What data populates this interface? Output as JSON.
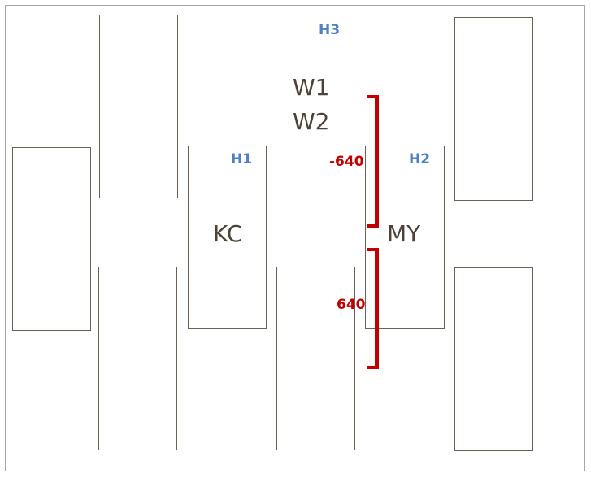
{
  "diagram": {
    "colors": {
      "box_border": "#6b6055",
      "tag": "#4F81BD",
      "label": "#4e4238",
      "bracket": "#C00000",
      "frame": "#a6a6a6"
    },
    "boxes": [
      {
        "id": "left-middle",
        "tag": "",
        "labels": []
      },
      {
        "id": "col2-top",
        "tag": "",
        "labels": []
      },
      {
        "id": "col2-bottom",
        "tag": "",
        "labels": []
      },
      {
        "id": "h1",
        "tag": "H1",
        "labels": [
          "KC"
        ]
      },
      {
        "id": "h3",
        "tag": "H3",
        "labels": [
          "W1",
          "W2"
        ]
      },
      {
        "id": "col4-bottom",
        "tag": "",
        "labels": []
      },
      {
        "id": "h2",
        "tag": "H2",
        "labels": [
          "MY"
        ]
      },
      {
        "id": "col6-top",
        "tag": "",
        "labels": []
      },
      {
        "id": "col6-bottom",
        "tag": "",
        "labels": []
      }
    ],
    "brackets": [
      {
        "id": "upper",
        "value": "-640"
      },
      {
        "id": "lower",
        "value": "640"
      }
    ]
  }
}
